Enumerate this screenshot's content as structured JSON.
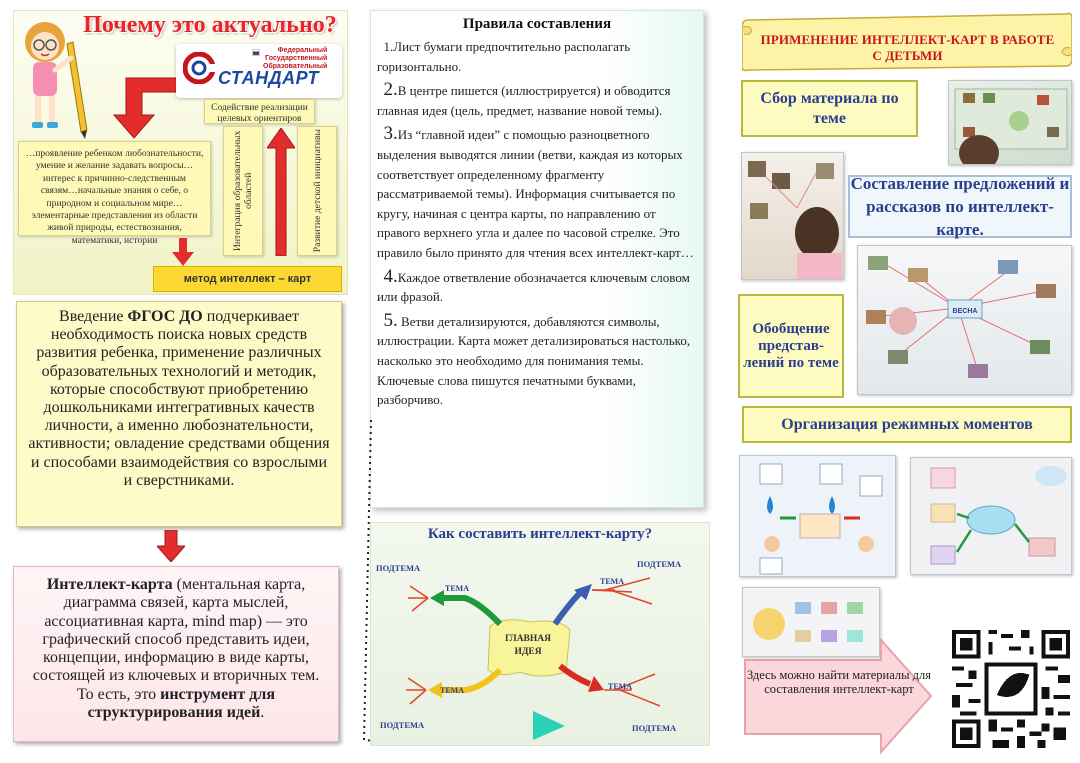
{
  "left": {
    "why_title": "Почему это актуально?",
    "standart": {
      "small_lines": [
        "Федеральный",
        "Государственный",
        "Образовательный"
      ],
      "word": "СТАНДАРТ"
    },
    "note_top": "Содействие реализации целевых ориентиров",
    "note_main": "…проявление ребенком любознательности, умение и желание задавать вопросы… интерес к причинно-следственным связям…начальные знания о себе, о природном и социальном мире… элементарные представления из области живой природы, естествознания, математики, истории",
    "vertical_left": "Интеграция образовательных областей",
    "vertical_right": "Развитие детской инициативы",
    "method": "метод интеллект – карт",
    "intro_parts": {
      "a": "Введение ",
      "b": "ФГОС ДО",
      "c": " подчеркивает необходимость поиска новых средств развития ребенка, применение различных образовательных технологий и методик, которые способствуют приобретению дошкольниками интегративных качеств личности, а именно любознательности, активности; овладение средствами общения и способами взаимодействия со взрослыми и сверстниками."
    },
    "definition_parts": {
      "a": "Интеллект-карта",
      "b": " (ментальная карта, диаграмма связей, карта мыслей, ассоциативная карта, mind map) — это графический способ представить идеи, концепции, информацию в виде карты, состоящей из ключевых и вторичных тем. То есть, это ",
      "c": "инструмент для структурирования идей",
      "d": "."
    }
  },
  "rules": {
    "title": "Правила составления",
    "items": [
      {
        "num": "1.",
        "text": "Лист бумаги предпочтительно располагать горизонтально."
      },
      {
        "num": "2.",
        "text": "В центре пишется (иллюстрируется) и обводится главная идея (цель, предмет, название новой темы)."
      },
      {
        "num": "3.",
        "text": "Из “главной идеи” с помощью разноцветного выделения выводятся линии (ветви, каждая из которых соответствует определенному фрагменту рассматриваемой темы). Информация считывается по кругу, начиная с центра карты, по направлению от правого верхнего угла и далее по часовой стрелке. Это правило было принято для чтения всех интеллект-карт…"
      },
      {
        "num": "4.",
        "text": "Каждое ответвление обозначается ключевым словом или фразой."
      },
      {
        "num": "5.",
        "text": " Ветви детализируются, добавляются символы, иллюстрации. Карта может детализироваться настолько, насколько это необходимо для понимания темы. Ключевые слова пишутся печатными буквами, разборчиво."
      }
    ]
  },
  "mindmap": {
    "title": "Как составить интеллект-карту?",
    "center": [
      "ГЛАВНАЯ",
      "ИДЕЯ"
    ],
    "subtopic": "ПОДТЕМА",
    "topic": "ТЕМА",
    "colors": {
      "green": "#1e9a3a",
      "blue": "#3a5fb0",
      "yellow": "#f0c419",
      "red": "#d82b22",
      "center": "#f8f49a"
    }
  },
  "right": {
    "banner": "ПРИМЕНЕНИЕ ИНТЕЛЛЕКТ-КАРТ В РАБОТЕ С ДЕТЬМИ",
    "label_collect": "Сбор материала по теме",
    "label_compose": "Составление предложений и рассказов по интеллект- карте.",
    "label_generalize": "Обобщение представ- лений по теме",
    "label_routine": "Организация режимных моментов",
    "photo_word": "ВЕСНА",
    "arrow_text": "Здесь можно найти материалы для составления интеллект-карт"
  }
}
